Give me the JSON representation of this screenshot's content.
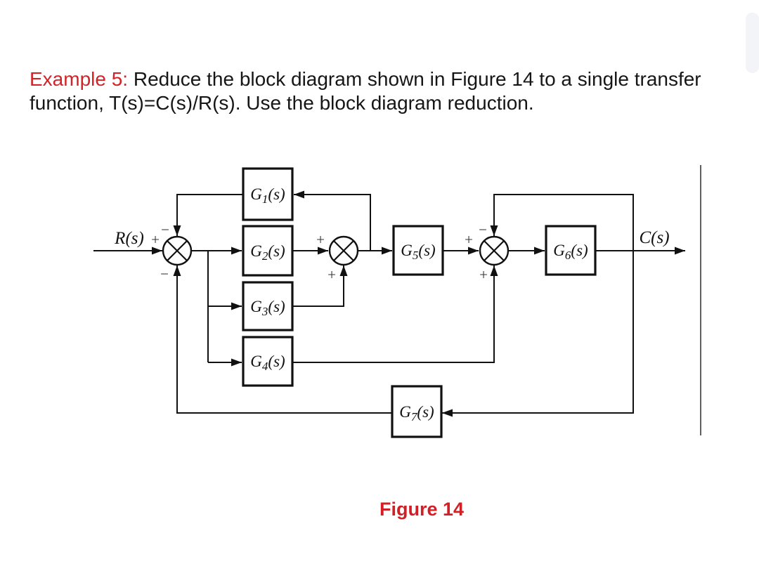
{
  "header": {
    "label": "Example 5:",
    "text_line1": "Reduce the block diagram shown in Figure 14 to a single transfer",
    "text_line2": "function, T(s)=C(s)/R(s). Use the block diagram reduction.",
    "accent_color": "#d22328",
    "text_color": "#161616"
  },
  "figure": {
    "caption": "Figure 14",
    "caption_color": "#d21f26"
  },
  "diagram": {
    "input_label": "R(s)",
    "output_label": "C(s)",
    "line_color": "#111111",
    "blocks": [
      {
        "name": "G1",
        "base": "G",
        "sub": "1",
        "args": "(s)"
      },
      {
        "name": "G2",
        "base": "G",
        "sub": "2",
        "args": "(s)"
      },
      {
        "name": "G3",
        "base": "G",
        "sub": "3",
        "args": "(s)"
      },
      {
        "name": "G4",
        "base": "G",
        "sub": "4",
        "args": "(s)"
      },
      {
        "name": "G5",
        "base": "G",
        "sub": "5",
        "args": "(s)"
      },
      {
        "name": "G6",
        "base": "G",
        "sub": "6",
        "args": "(s)"
      },
      {
        "name": "G7",
        "base": "G",
        "sub": "7",
        "args": "(s)"
      }
    ],
    "sums": [
      {
        "name": "sum1",
        "sign_left": "+",
        "sign_top": "−",
        "sign_bottom": "−"
      },
      {
        "name": "sum2",
        "sign_left": "+",
        "sign_bottom": "+"
      },
      {
        "name": "sum3",
        "sign_left": "+",
        "sign_top": "−",
        "sign_bottom": "+"
      }
    ]
  }
}
